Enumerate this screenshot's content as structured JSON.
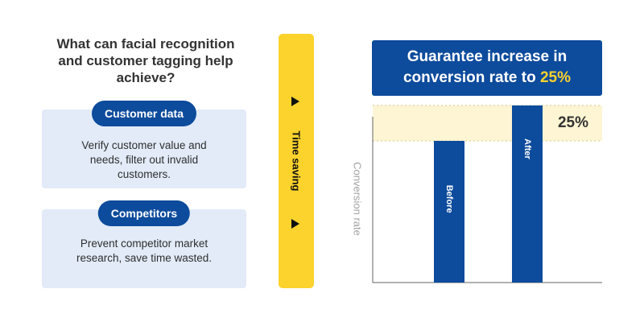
{
  "question": {
    "line1": "What can facial recognition",
    "line2": "and customer tagging help",
    "line3": "achieve?"
  },
  "cards": [
    {
      "title": "Customer data",
      "line1": "Verify customer value and",
      "line2": "needs, filter out invalid",
      "line3": "customers."
    },
    {
      "title": "Competitors",
      "line1": "Prevent competitor market",
      "line2": "research, save time wasted.",
      "line3": ""
    }
  ],
  "time_bar": {
    "label": "Time saving",
    "arrow_icon": "play-arrow-icon"
  },
  "headline": {
    "line1": "Guarantee increase in",
    "line2_prefix": "conversion rate to ",
    "line2_highlight": "25%"
  },
  "colors": {
    "navy": "#0d4b9c",
    "yellow": "#fcd32c",
    "card_bg": "#e2ebf7",
    "highlight_band": "#fdf5d3"
  },
  "chart_data": {
    "type": "bar",
    "categories": [
      "Before",
      "After"
    ],
    "values": [
      100,
      125
    ],
    "ylabel": "Conversion rate",
    "ylim": [
      0,
      150
    ],
    "annotation": "25%",
    "grid": false
  }
}
